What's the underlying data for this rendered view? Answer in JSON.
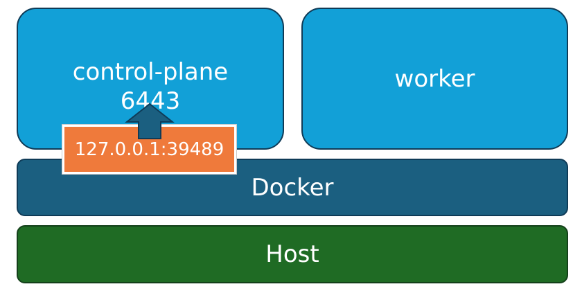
{
  "nodes": {
    "control_plane": {
      "name": "control-plane",
      "port": "6443"
    },
    "worker": {
      "name": "worker"
    }
  },
  "layers": {
    "docker": "Docker",
    "host": "Host"
  },
  "port_mapping": {
    "address": "127.0.0.1:39489",
    "arrow_direction": "up"
  },
  "colors": {
    "node": "#12a0d7",
    "docker": "#1b5f80",
    "host": "#1f6b24",
    "port_label": "#ef7a3b",
    "arrow": "#1b5f80",
    "border": "#0f3b57"
  }
}
